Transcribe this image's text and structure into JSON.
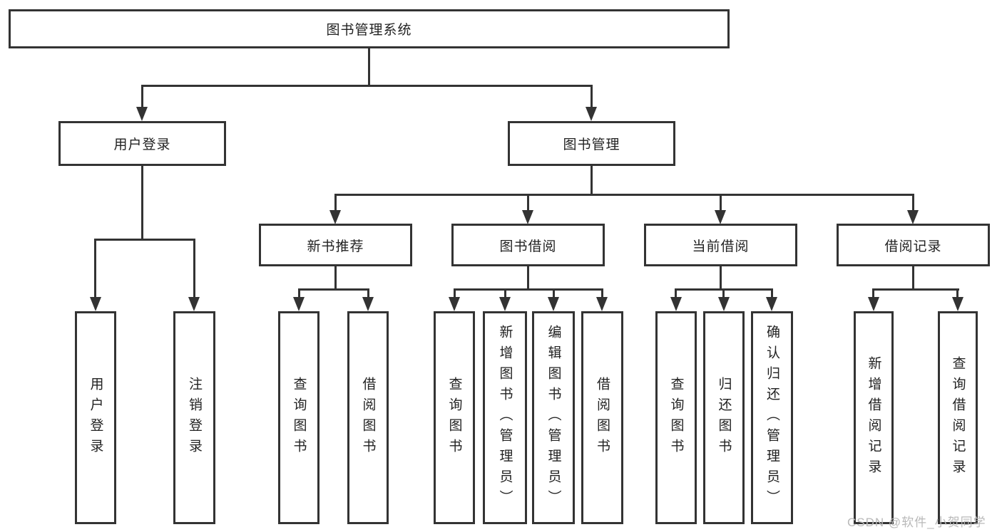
{
  "tree": {
    "label": "图书管理系统",
    "children": [
      {
        "label": "用户登录",
        "children": [
          {
            "label": "用户登录"
          },
          {
            "label": "注销登录"
          }
        ]
      },
      {
        "label": "图书管理",
        "children": [
          {
            "label": "新书推荐",
            "children": [
              {
                "label": "查询图书"
              },
              {
                "label": "借阅图书"
              }
            ]
          },
          {
            "label": "图书借阅",
            "children": [
              {
                "label": "查询图书"
              },
              {
                "label": "新增图书（管理员）"
              },
              {
                "label": "编辑图书（管理员）"
              },
              {
                "label": "借阅图书"
              }
            ]
          },
          {
            "label": "当前借阅",
            "children": [
              {
                "label": "查询图书"
              },
              {
                "label": "归还图书"
              },
              {
                "label": "确认归还（管理员）"
              }
            ]
          },
          {
            "label": "借阅记录",
            "children": [
              {
                "label": "新增借阅记录"
              },
              {
                "label": "查询借阅记录"
              }
            ]
          }
        ]
      }
    ]
  },
  "watermark": "CSDN @软件_小贺同学",
  "colors": {
    "line": "#333333",
    "box_border": "#333333",
    "text": "#222222",
    "watermark": "#b9b9b9"
  }
}
